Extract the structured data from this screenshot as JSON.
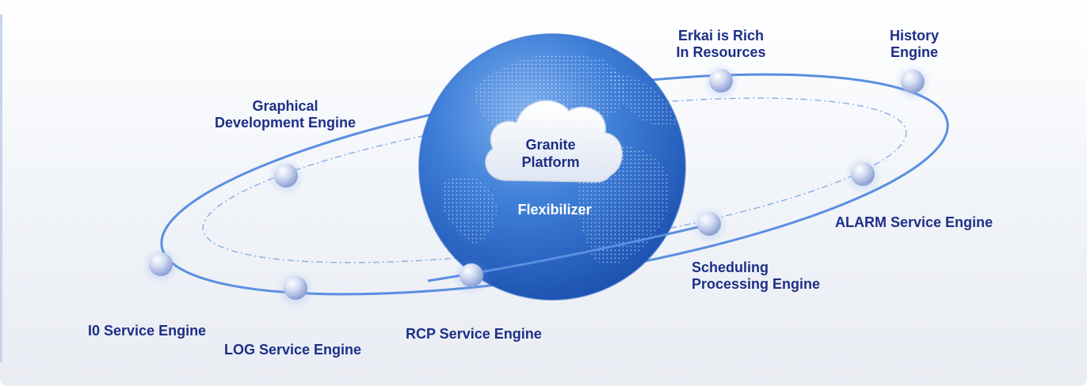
{
  "platform": {
    "cloud_line1": "Granite",
    "cloud_line2": "Platform",
    "globe_label": "Flexibilizer"
  },
  "engines": {
    "erkai": {
      "line1": "Erkai is Rich",
      "line2": "In Resources"
    },
    "history": {
      "line1": "History",
      "line2": "Engine"
    },
    "graphical": {
      "line1": "Graphical",
      "line2": "Development Engine"
    },
    "alarm": {
      "line1": "ALARM Service Engine"
    },
    "scheduling": {
      "line1": "Scheduling",
      "line2": "Processing Engine"
    },
    "io": {
      "line1": "I0 Service Engine"
    },
    "log": {
      "line1": "LOG Service Engine"
    },
    "rcp": {
      "line1": "RCP Service Engine"
    }
  },
  "colors": {
    "label": "#1d2f86",
    "globe_light": "#6ea3e8",
    "globe_dark": "#1b5bbd",
    "orbit": "#5a8fe0",
    "background_top": "#ffffff",
    "background_bottom": "#eef1f6"
  }
}
